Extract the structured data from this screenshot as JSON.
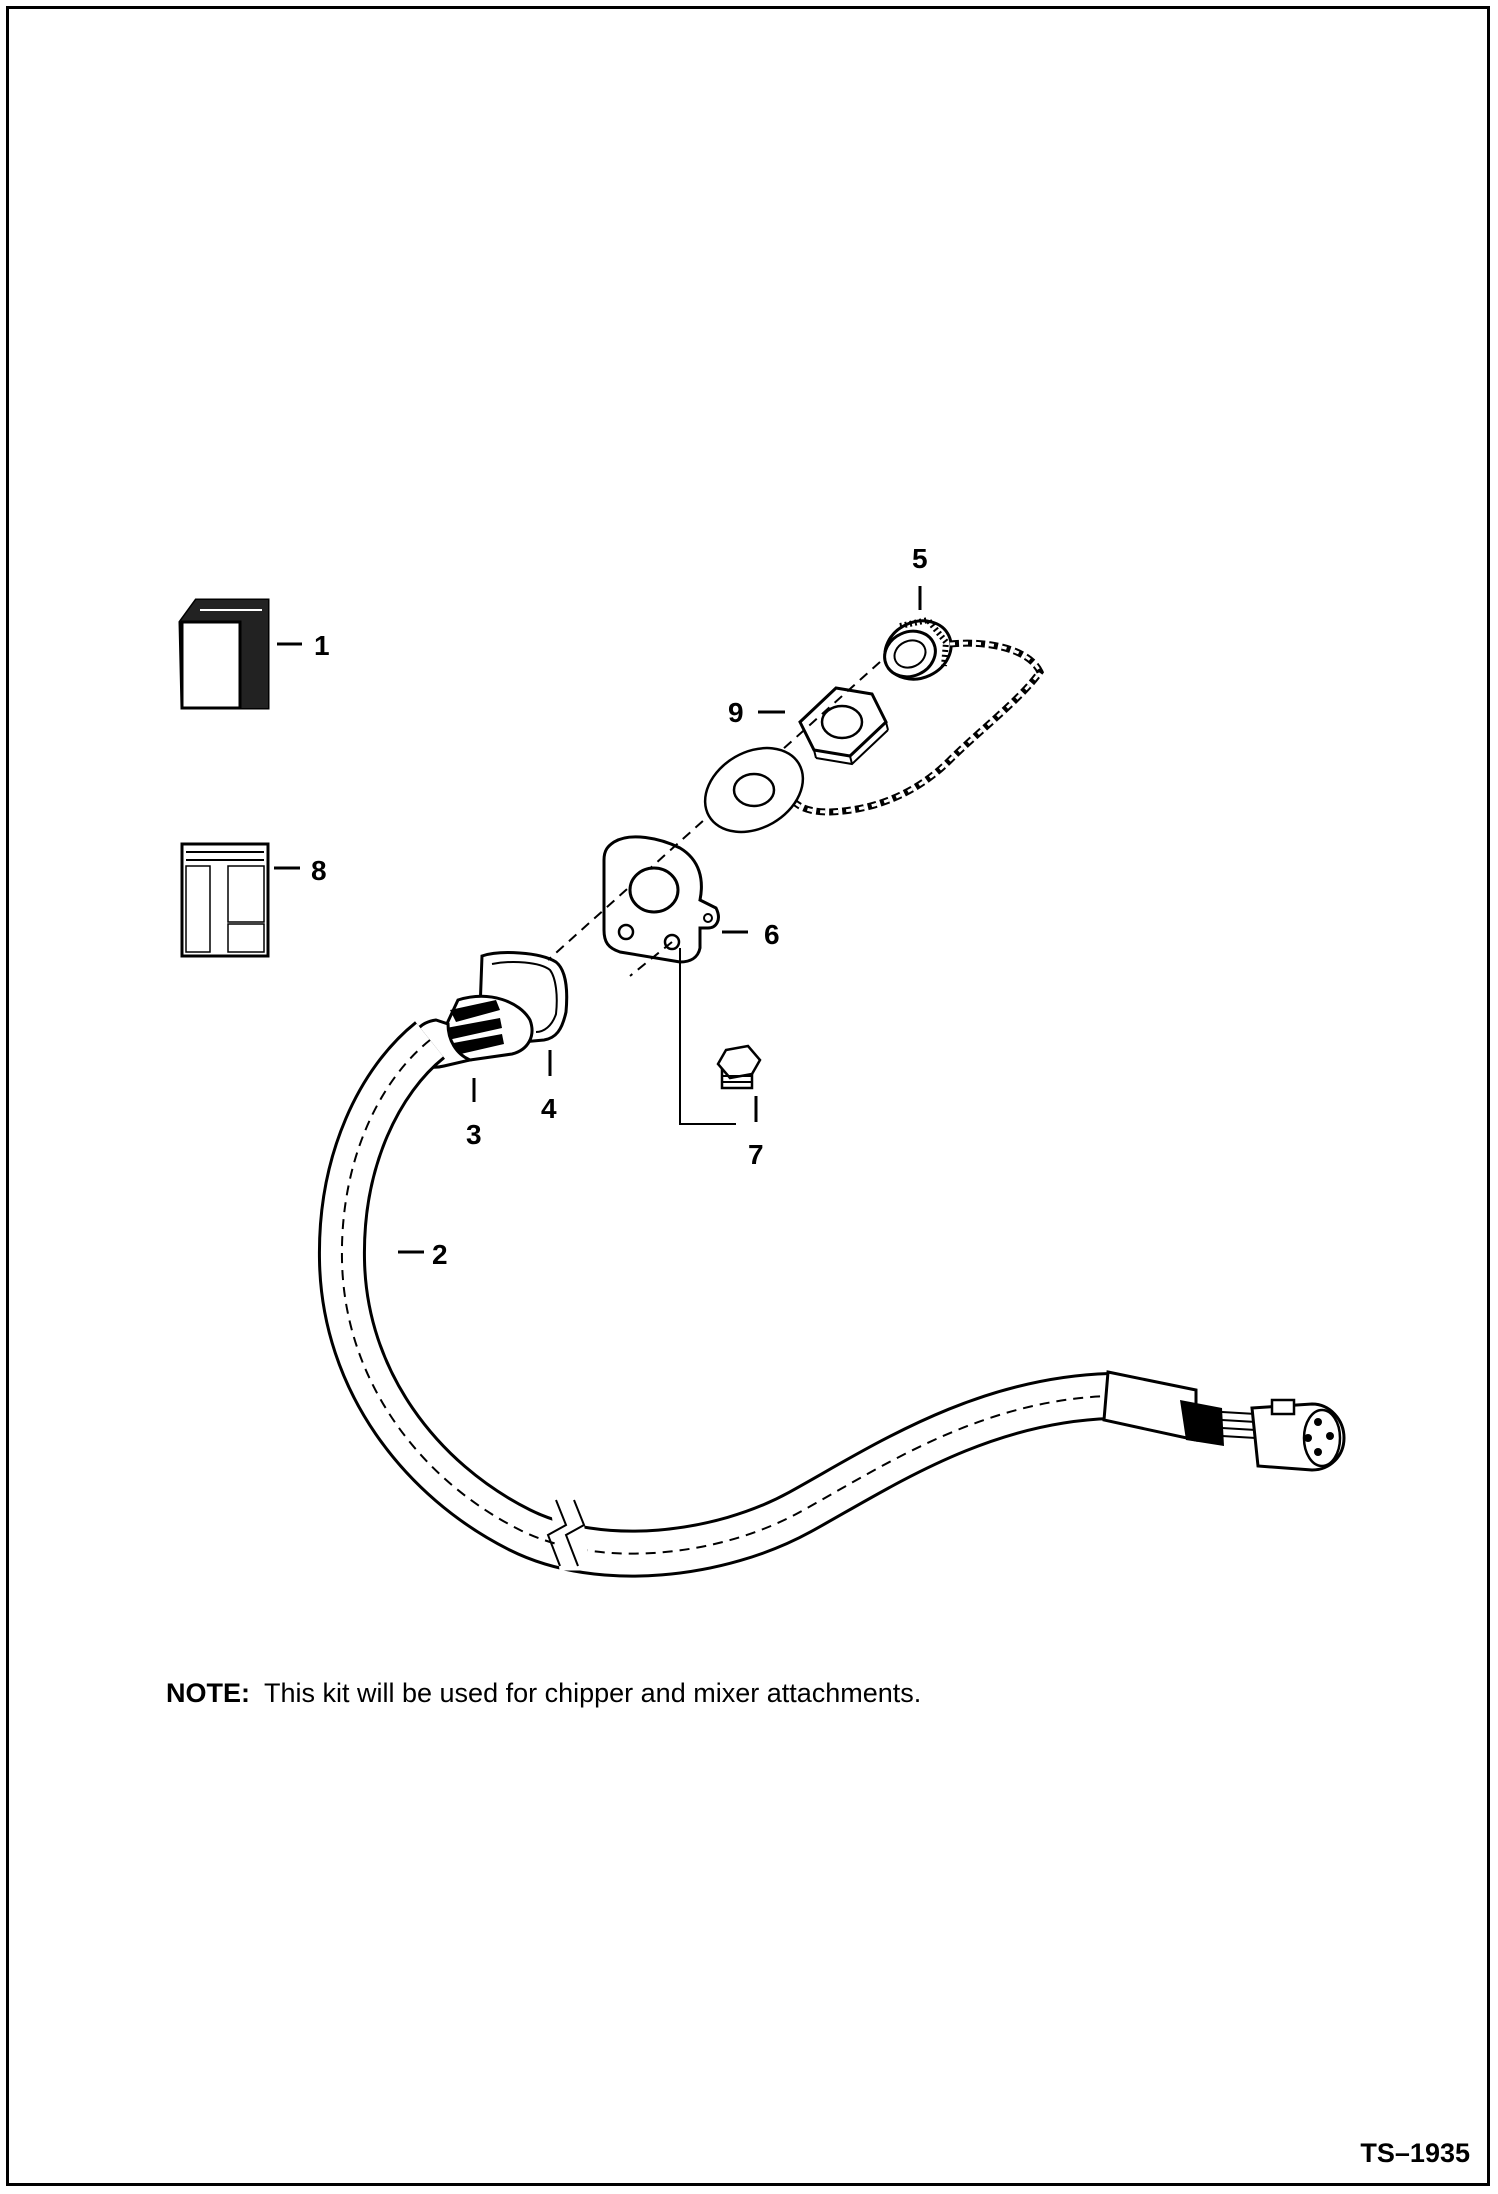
{
  "callouts": [
    "1",
    "2",
    "3",
    "4",
    "5",
    "6",
    "7",
    "8",
    "9"
  ],
  "note": {
    "label": "NOTE:",
    "text": "This kit will be used for chipper and mixer attachments."
  },
  "figure_id": "TS–1935"
}
